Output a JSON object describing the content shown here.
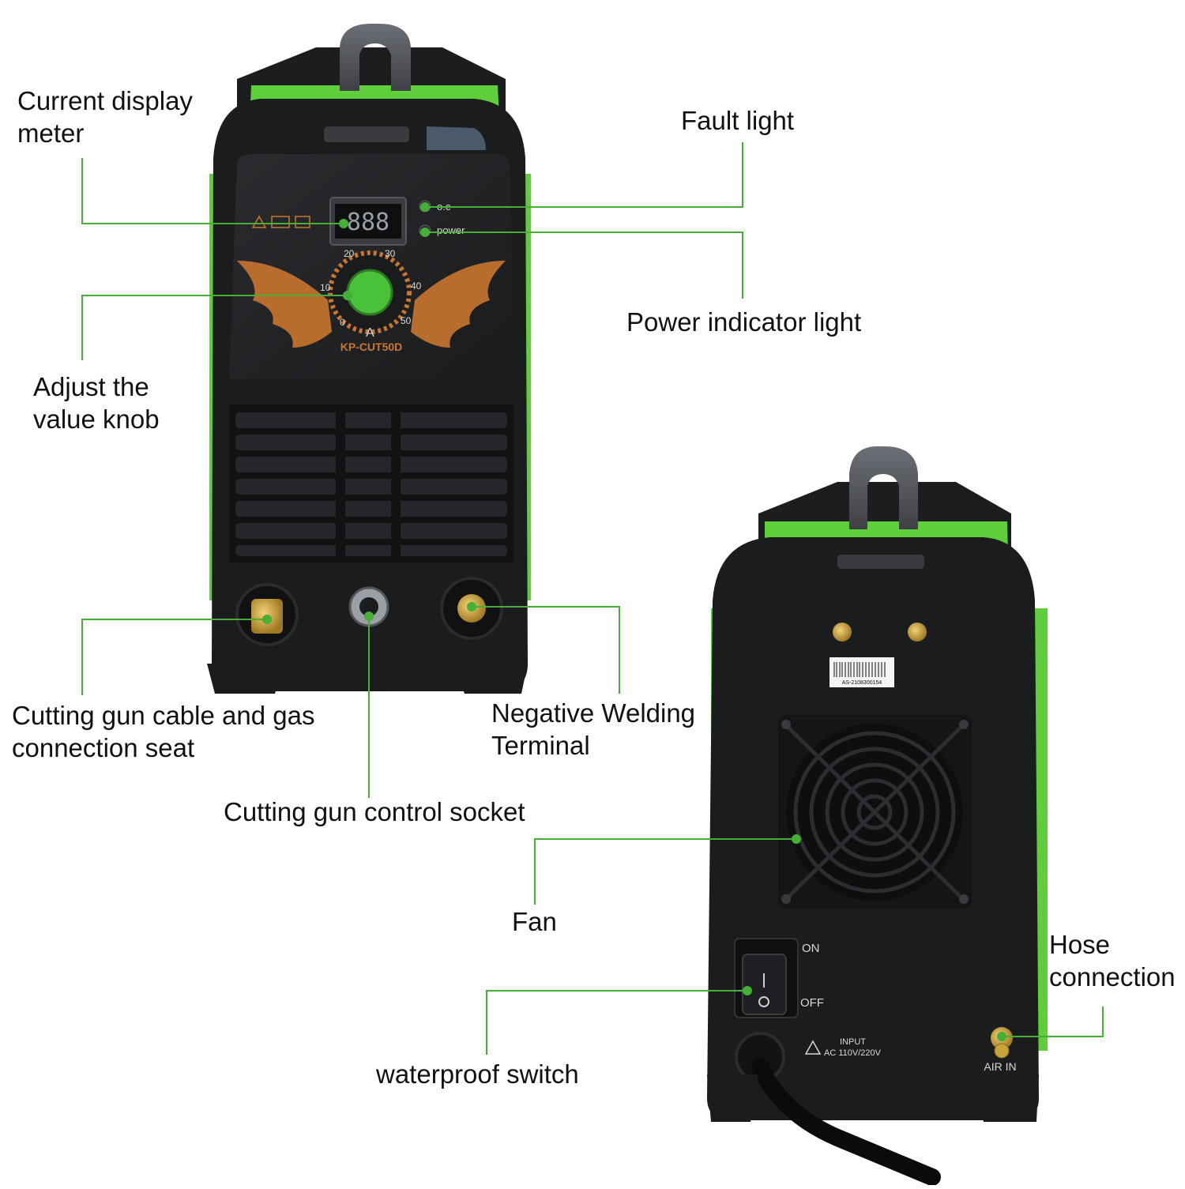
{
  "colors": {
    "accent": "#45b035",
    "body": "#1b1c1e",
    "panel": "#232427",
    "brass": "#c9a23a",
    "wing": "#c9762f",
    "handle": "#5a5d63"
  },
  "front_unit": {
    "model": "KP-CUT50D",
    "display_value": "888",
    "indicator_fault": "o.c",
    "indicator_power": "power",
    "dial_ticks": [
      "0",
      "10",
      "20",
      "30",
      "40",
      "50"
    ],
    "dial_unit": "A"
  },
  "rear_unit": {
    "serial": "AS-2108300154",
    "switch_on": "ON",
    "switch_off": "OFF",
    "input_title": "INPUT",
    "input_spec": "AC 110V/220V",
    "air_in": "AIR IN"
  },
  "callouts": {
    "current_display": "Current display\nmeter",
    "fault_light": "Fault light",
    "power_indicator": "Power indicator light",
    "adjust_knob": "Adjust the\nvalue knob",
    "cutting_gun_seat": "Cutting gun cable and gas\n connection seat",
    "negative_terminal": "Negative Welding\nTerminal",
    "control_socket": "Cutting gun control socket",
    "fan": "Fan",
    "hose_connection": "Hose\nconnection",
    "waterproof_switch": "waterproof switch"
  }
}
